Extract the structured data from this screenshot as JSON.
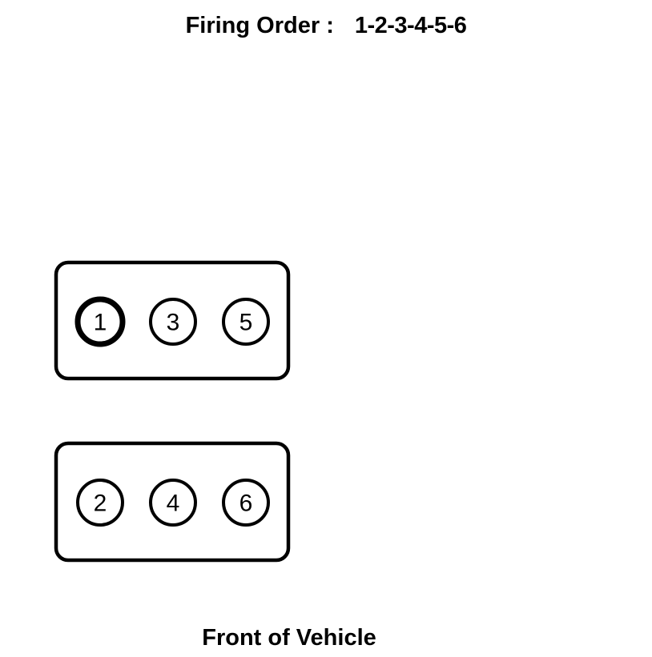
{
  "diagram": {
    "type": "engine-firing-order-diagram",
    "background_color": "#ffffff",
    "line_color": "#000000",
    "title": {
      "label": "Firing Order :",
      "value": "1-2-3-4-5-6"
    },
    "footer": {
      "caption": "Front of Vehicle"
    },
    "banks": [
      {
        "name": "rear-bank",
        "cylinders": [
          {
            "number": "1",
            "highlighted": true
          },
          {
            "number": "3",
            "highlighted": false
          },
          {
            "number": "5",
            "highlighted": false
          }
        ]
      },
      {
        "name": "front-bank",
        "cylinders": [
          {
            "number": "2",
            "highlighted": false
          },
          {
            "number": "4",
            "highlighted": false
          },
          {
            "number": "6",
            "highlighted": false
          }
        ]
      }
    ]
  }
}
